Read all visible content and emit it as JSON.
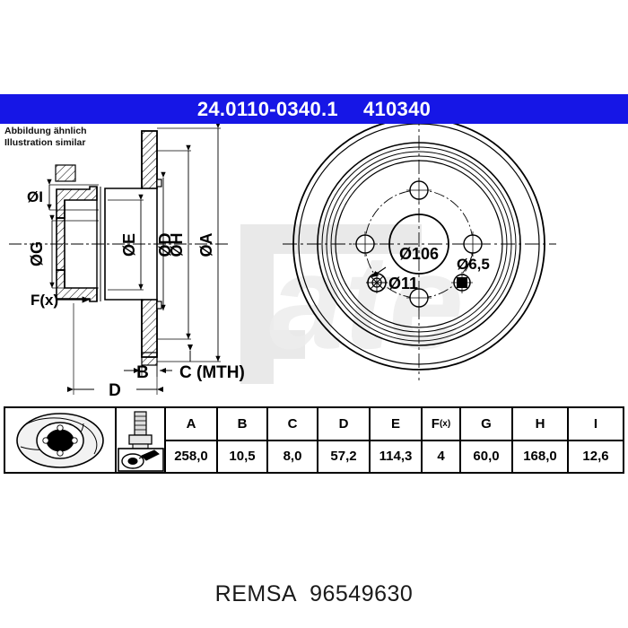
{
  "header": {
    "part_number": "24.0110-0340.1",
    "article_number": "410340",
    "background_color": "#1616e6",
    "text_color": "#ffffff"
  },
  "illustration_note": {
    "line_de": "Abbildung ähnlich",
    "line_en": "Illustration similar"
  },
  "cross_section": {
    "labels": [
      {
        "id": "dia-i",
        "text": "ØI"
      },
      {
        "id": "dia-g",
        "text": "ØG"
      },
      {
        "id": "force",
        "text": "F(x)"
      },
      {
        "id": "dia-e",
        "text": "ØE"
      },
      {
        "id": "dia-d",
        "text": "ØD"
      },
      {
        "id": "dia-h",
        "text": "ØH"
      },
      {
        "id": "dia-a",
        "text": "ØA"
      },
      {
        "id": "dim-b",
        "text": "B"
      },
      {
        "id": "dim-c",
        "text": "C (MTH)"
      },
      {
        "id": "dim-d",
        "text": "D"
      }
    ]
  },
  "face_view": {
    "callouts": [
      {
        "id": "center-bore",
        "text": "Ø106"
      },
      {
        "id": "bolt-hole",
        "text": "Ø11"
      },
      {
        "id": "pin-hole",
        "text": "Ø6,5"
      }
    ],
    "watermark": "ate"
  },
  "spec_table": {
    "icons": [
      {
        "id": "brake-disc-icon",
        "name": "brake-disc"
      },
      {
        "id": "bolt-icon",
        "name": "wheel-bolt-gauge"
      }
    ],
    "headers": [
      "A",
      "B",
      "C",
      "D",
      "E",
      "F(x)",
      "G",
      "H",
      "I"
    ],
    "header_f_main": "F",
    "header_f_sub": "(x)",
    "values": [
      "258,0",
      "10,5",
      "8,0",
      "57,2",
      "114,3",
      "4",
      "60,0",
      "168,0",
      "12,6"
    ]
  },
  "footer": {
    "brand": "REMSA",
    "code": "96549630"
  }
}
